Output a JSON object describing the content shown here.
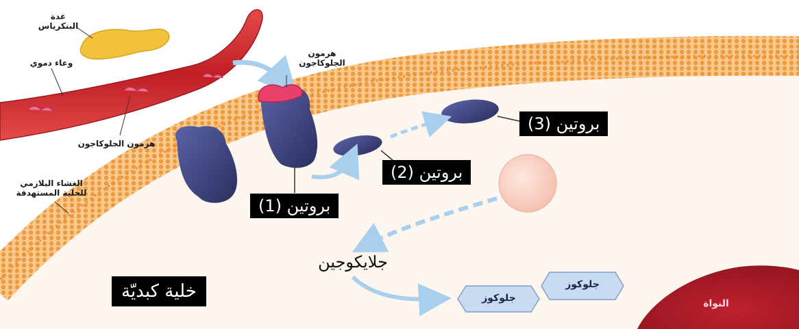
{
  "labels": {
    "pancreas": [
      "غدة",
      "البنكرياس"
    ],
    "blood_vessel": "وعاء دموي",
    "hormone_in_vessel": "هرمون الجلوكاجون",
    "hormone_at_receptor": [
      "هرمون",
      "الجلوكاجون"
    ],
    "membrane": [
      "الغشاء البلازمي",
      "للخلية المستهدفة"
    ],
    "protein_1": "بروتين (1)",
    "protein_2": "بروتين (2)",
    "protein_3": "بروتين (3)",
    "glycogen": "جلايكوجين",
    "liver_cell": "خلية كبديّة",
    "glucose_1": "جلوكوز",
    "glucose_2": "جلوكوز",
    "nucleus": "النواة"
  },
  "colors": {
    "membrane_orange": "#f0a050",
    "vessel_red": "#c8252c",
    "protein_blue": "#3b3f7a",
    "hormone_pink": "#e83f6f",
    "arrow_blue": "#a9cfee",
    "nucleus_red": "#b81f2a",
    "hexagon_fill": "#c9dbf2"
  }
}
